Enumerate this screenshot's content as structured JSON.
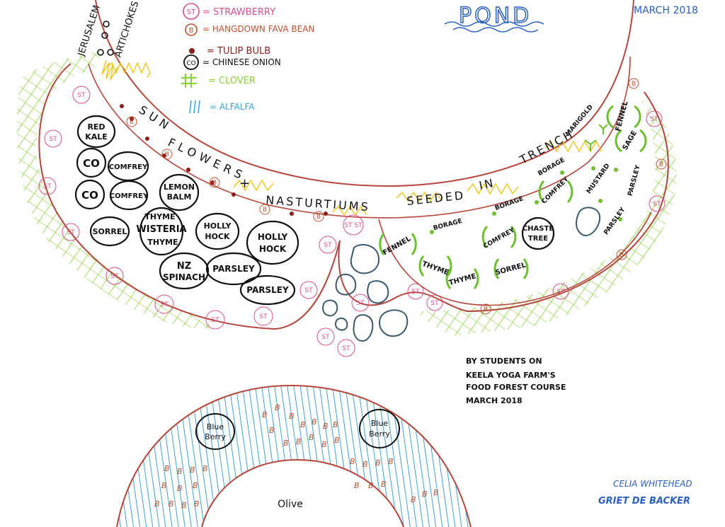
{
  "pond_label": "POND",
  "date_label": "MARCH 2018",
  "legend": {
    "strawberry_symbol": "ST",
    "strawberry_label": "= STRAWBERRY",
    "fava_symbol": "B",
    "fava_label": "= HANGDOWN FAVA BEAN",
    "tulip_label": "= TULIP BULB",
    "onion_symbol": "CO",
    "onion_label": "= CHINESE ONION",
    "clover_label": "= CLOVER",
    "alfalfa_label": "= ALFALFA"
  },
  "artichokes": {
    "line1": "JERUSALEM",
    "line2": "ARTICHOKES"
  },
  "trench_words": [
    "SUN",
    "FLOWERS",
    "+",
    "NASTURTIUMS",
    "SEEDED",
    "IN",
    "TRENCH"
  ],
  "left_bed_plants": {
    "red_kale": [
      "RED",
      "KALE"
    ],
    "co_1": "CO",
    "co_2": "CO",
    "comfrey_1": "COMFREY",
    "comfrey_2": "COMFREY",
    "lemon_balm": [
      "LEMON",
      "BALM"
    ],
    "sorrel": "SORREL",
    "thyme_wisteria": [
      "THYME",
      "WISTERIA",
      "THYME"
    ],
    "hollyhock_1": [
      "HOLLY",
      "HOCK"
    ],
    "hollyhock_2": [
      "HOLLY",
      "HOCK"
    ],
    "nz_spinach": [
      "NZ",
      "SPINACH"
    ],
    "parsley_1": "PARSLEY",
    "parsley_2": "PARSLEY"
  },
  "right_bed_plants": {
    "fennel_1": "FENNEL",
    "borage_1": "BORAGE",
    "comfrey_1": "COMFREY",
    "chaste_tree": [
      "CHASTE",
      "TREE"
    ],
    "thyme_1": "THYME",
    "thyme_2": "THYME",
    "sorrel": "SORREL",
    "borage_2": "BORAGE",
    "comfrey_2": "COMFREY",
    "borage_3": "BORAGE",
    "marigold": "MARIGOLD",
    "fennel_2": "FENNEL",
    "mustard": "MUSTARD",
    "sage": "SAGE",
    "parsley_1": "PARSLEY",
    "parsley_2": "PARSLEY"
  },
  "credit_note": [
    "BY STUDENTS ON",
    "KEELA YOGA FARM'S",
    "FOOD FOREST COURSE",
    "MARCH 2018"
  ],
  "bottom_bed": {
    "blueberry_1": [
      "Blue",
      "Berry"
    ],
    "blueberry_2": [
      "Blue",
      "Berry"
    ],
    "olive": "Olive"
  },
  "authors": [
    "CELIA WHITEHEAD",
    "GRIET DE BACKER"
  ],
  "colors": {
    "border": "#b5463c",
    "clover": "#8ccf3a",
    "alfalfa": "#3ea1dd",
    "pond_title": "#2b5fc0",
    "strawberry": "#d94f8a",
    "fava": "#c0502e",
    "tulip": "#8a1f1a",
    "stone": "#3d5a6a",
    "sunflower": "#f0c419",
    "leaf": "#6cbf2d"
  }
}
